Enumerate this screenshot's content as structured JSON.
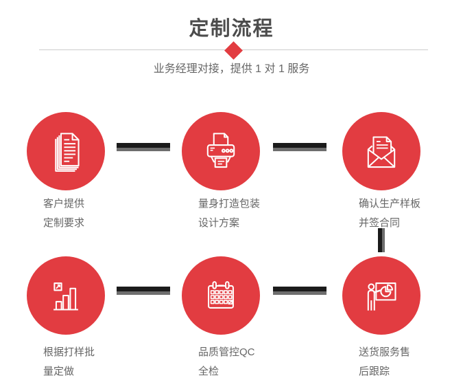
{
  "header": {
    "title": "定制流程",
    "subtitle": "业务经理对接，提供 1 对 1 服务"
  },
  "colors": {
    "accent_red": "#e23c41",
    "title_gray": "#4c4c4c",
    "text_gray": "#666666",
    "divider_gray": "#cccccc",
    "connector_dark": "#1b1b1b",
    "connector_gray": "#6e6e6e"
  },
  "steps": [
    {
      "icon": "documents-icon",
      "label": "客户提供\n定制要求"
    },
    {
      "icon": "printer-icon",
      "label": "量身打造包装\n设计方案"
    },
    {
      "icon": "envelope-icon",
      "label": "确认生产样板\n并签合同"
    },
    {
      "icon": "bar-chart-icon",
      "label": "根据打样批\n量定做"
    },
    {
      "icon": "calendar-icon",
      "label": "品质管控QC\n全检"
    },
    {
      "icon": "presentation-icon",
      "label": "送货服务售\n后跟踪"
    }
  ]
}
